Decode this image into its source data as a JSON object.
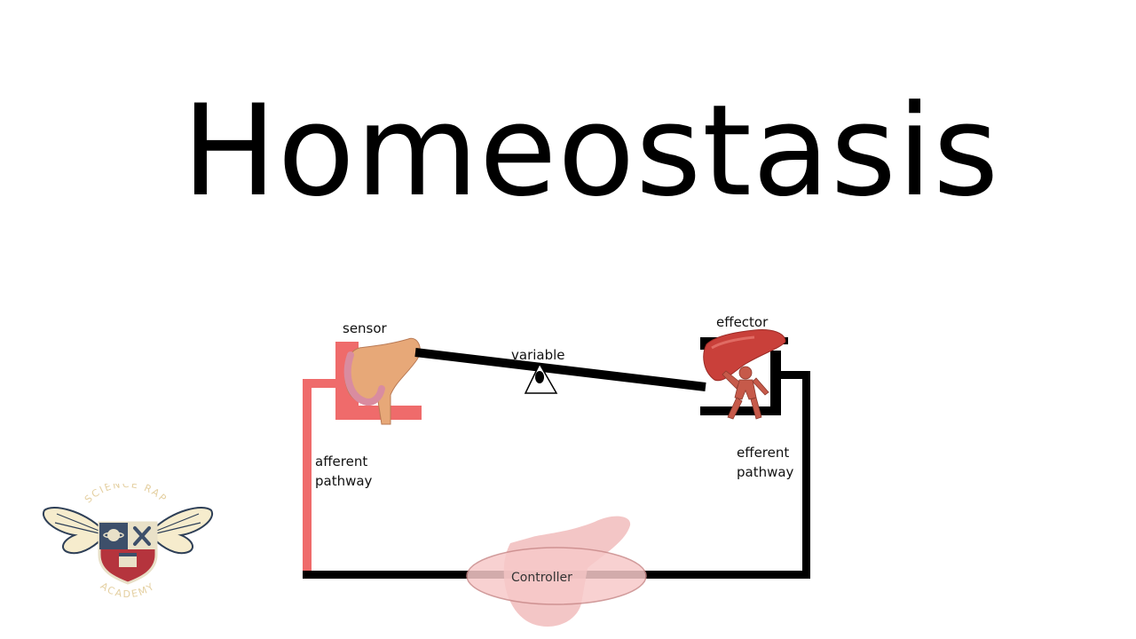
{
  "title": "Homeostasis",
  "diagram": {
    "sensor": "sensor",
    "variable": "variable",
    "effector": "effector",
    "afferent": "afferent pathway",
    "efferent": "efferent pathway",
    "controller": "Controller"
  },
  "logo": {
    "top_text": "SCIENCE RAP",
    "bottom_text": "ACADEMY"
  },
  "colors": {
    "afferent": "#ef6b6b",
    "efferent": "#000000",
    "pancreas": "#e7a878",
    "liver": "#c9403a",
    "controller_fill": "#f7c9c9"
  }
}
